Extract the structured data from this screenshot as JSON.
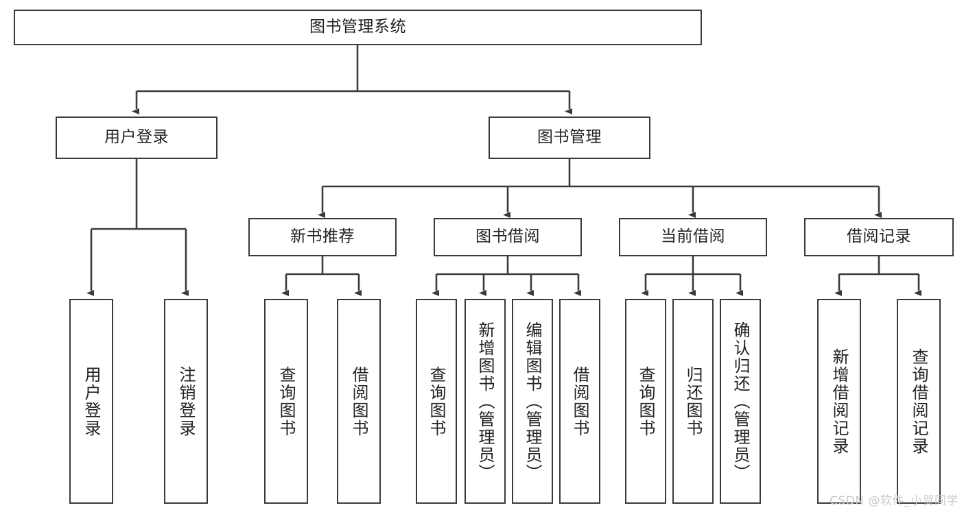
{
  "diagram": {
    "title": "图书管理系统",
    "type": "tree-hierarchy-diagram",
    "colors": {
      "stroke": "#3a3a3a",
      "fill": "#ffffff",
      "text": "#222222",
      "watermark": "#c9c9c9"
    },
    "root": {
      "label": "图书管理系统"
    },
    "level2": [
      {
        "label": "用户登录"
      },
      {
        "label": "图书管理"
      }
    ],
    "level3": [
      {
        "label": "新书推荐"
      },
      {
        "label": "图书借阅"
      },
      {
        "label": "当前借阅"
      },
      {
        "label": "借阅记录"
      }
    ],
    "leaves": {
      "user_login": [
        {
          "label": "用户登录"
        },
        {
          "label": "注销登录"
        }
      ],
      "new_book_recommend": [
        {
          "label": "查询图书"
        },
        {
          "label": "借阅图书"
        }
      ],
      "book_borrow": [
        {
          "label": "查询图书"
        },
        {
          "label": "新增图书（管理员）"
        },
        {
          "label": "编辑图书（管理员）"
        },
        {
          "label": "借阅图书"
        }
      ],
      "current_borrow": [
        {
          "label": "查询图书"
        },
        {
          "label": "归还图书"
        },
        {
          "label": "确认归还（管理员）"
        }
      ],
      "borrow_record": [
        {
          "label": "新增借阅记录"
        },
        {
          "label": "查询借阅记录"
        }
      ]
    }
  },
  "watermark": {
    "text": "CSDN @软件_小贺同学"
  }
}
